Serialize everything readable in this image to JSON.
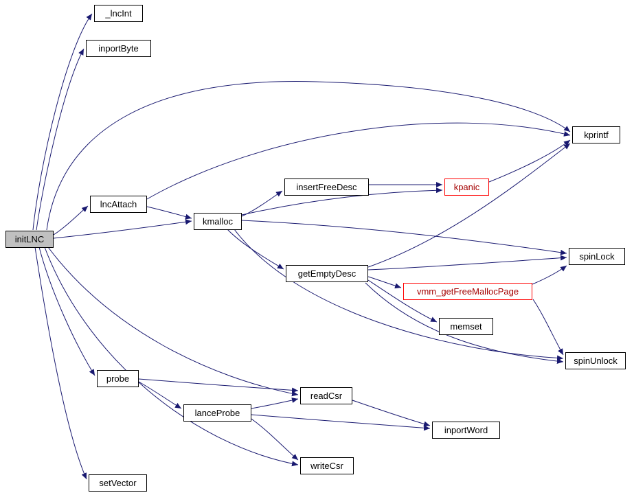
{
  "diagram": {
    "type": "call-graph",
    "root_function": "initLNC",
    "colors": {
      "edge": "#191970",
      "node_border": "#000000",
      "node_fill": "#ffffff",
      "root_fill": "#c0c0c0",
      "truncated_border": "#ff0000",
      "background": "#ffffff"
    }
  },
  "nodes": {
    "lncInt": {
      "label": "_lncInt",
      "kind": "normal"
    },
    "inportByte": {
      "label": "inportByte",
      "kind": "normal"
    },
    "kprintf": {
      "label": "kprintf",
      "kind": "normal"
    },
    "insertFreeDesc": {
      "label": "insertFreeDesc",
      "kind": "normal"
    },
    "kpanic": {
      "label": "kpanic",
      "kind": "truncated"
    },
    "lncAttach": {
      "label": "lncAttach",
      "kind": "normal"
    },
    "kmalloc": {
      "label": "kmalloc",
      "kind": "normal"
    },
    "initLNC": {
      "label": "initLNC",
      "kind": "root"
    },
    "getEmptyDesc": {
      "label": "getEmptyDesc",
      "kind": "normal"
    },
    "spinLock": {
      "label": "spinLock",
      "kind": "normal"
    },
    "vmm": {
      "label": "vmm_getFreeMallocPage",
      "kind": "truncated"
    },
    "memset": {
      "label": "memset",
      "kind": "normal"
    },
    "spinUnlock": {
      "label": "spinUnlock",
      "kind": "normal"
    },
    "probe": {
      "label": "probe",
      "kind": "normal"
    },
    "readCsr": {
      "label": "readCsr",
      "kind": "normal"
    },
    "lanceProbe": {
      "label": "lanceProbe",
      "kind": "normal"
    },
    "inportWord": {
      "label": "inportWord",
      "kind": "normal"
    },
    "writeCsr": {
      "label": "writeCsr",
      "kind": "normal"
    },
    "setVector": {
      "label": "setVector",
      "kind": "normal"
    }
  },
  "edges": [
    {
      "from": "initLNC",
      "to": "_lncInt"
    },
    {
      "from": "initLNC",
      "to": "inportByte"
    },
    {
      "from": "initLNC",
      "to": "kprintf"
    },
    {
      "from": "initLNC",
      "to": "lncAttach"
    },
    {
      "from": "initLNC",
      "to": "kmalloc"
    },
    {
      "from": "initLNC",
      "to": "probe"
    },
    {
      "from": "initLNC",
      "to": "readCsr"
    },
    {
      "from": "initLNC",
      "to": "writeCsr"
    },
    {
      "from": "initLNC",
      "to": "setVector"
    },
    {
      "from": "lncAttach",
      "to": "kmalloc"
    },
    {
      "from": "lncAttach",
      "to": "kprintf"
    },
    {
      "from": "kmalloc",
      "to": "insertFreeDesc"
    },
    {
      "from": "kmalloc",
      "to": "kpanic"
    },
    {
      "from": "kmalloc",
      "to": "getEmptyDesc"
    },
    {
      "from": "kmalloc",
      "to": "spinLock"
    },
    {
      "from": "kmalloc",
      "to": "spinUnlock"
    },
    {
      "from": "insertFreeDesc",
      "to": "kpanic"
    },
    {
      "from": "kpanic",
      "to": "kprintf"
    },
    {
      "from": "getEmptyDesc",
      "to": "kprintf"
    },
    {
      "from": "getEmptyDesc",
      "to": "spinLock"
    },
    {
      "from": "getEmptyDesc",
      "to": "vmm_getFreeMallocPage"
    },
    {
      "from": "getEmptyDesc",
      "to": "memset"
    },
    {
      "from": "getEmptyDesc",
      "to": "spinUnlock"
    },
    {
      "from": "vmm_getFreeMallocPage",
      "to": "spinLock"
    },
    {
      "from": "vmm_getFreeMallocPage",
      "to": "spinUnlock"
    },
    {
      "from": "probe",
      "to": "lanceProbe"
    },
    {
      "from": "probe",
      "to": "readCsr"
    },
    {
      "from": "lanceProbe",
      "to": "readCsr"
    },
    {
      "from": "lanceProbe",
      "to": "inportWord"
    },
    {
      "from": "lanceProbe",
      "to": "writeCsr"
    },
    {
      "from": "readCsr",
      "to": "inportWord"
    }
  ]
}
